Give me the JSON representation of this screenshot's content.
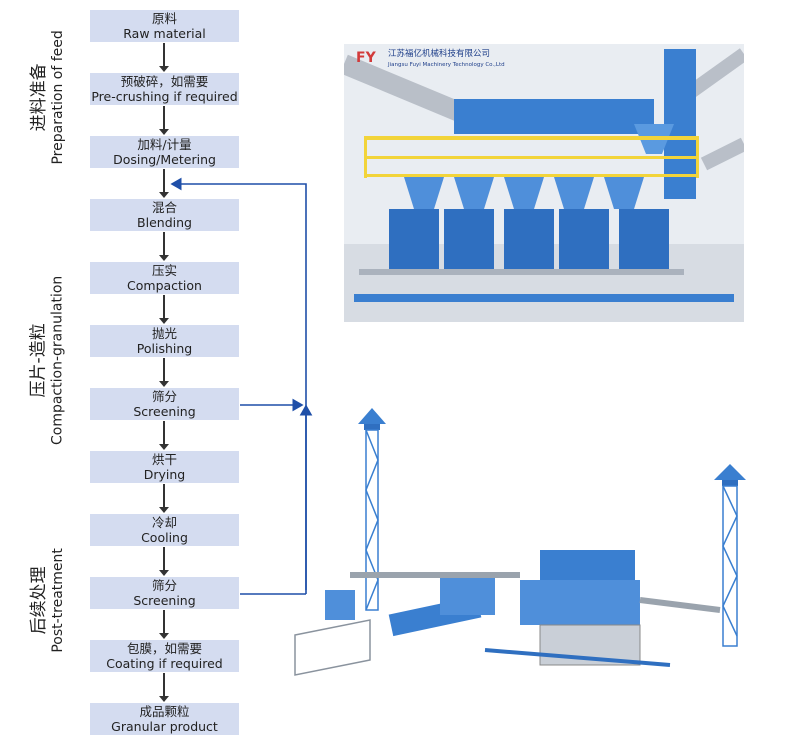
{
  "stages": [
    {
      "cn": "进料准备",
      "en": "Preparation of feed"
    },
    {
      "cn": "压片-造粒",
      "en": "Compaction-granulation"
    },
    {
      "cn": "后续处理",
      "en": "Post-treatment"
    }
  ],
  "steps": [
    {
      "cn": "原料",
      "en": "Raw material"
    },
    {
      "cn": "预破碎，如需要",
      "en": "Pre-crushing if required"
    },
    {
      "cn": "加料/计量",
      "en": "Dosing/Metering"
    },
    {
      "cn": "混合",
      "en": "Blending"
    },
    {
      "cn": "压实",
      "en": "Compaction"
    },
    {
      "cn": "抛光",
      "en": "Polishing"
    },
    {
      "cn": "筛分",
      "en": "Screening"
    },
    {
      "cn": "烘干",
      "en": "Drying"
    },
    {
      "cn": "冷却",
      "en": "Cooling"
    },
    {
      "cn": "筛分",
      "en": "Screening"
    },
    {
      "cn": "包膜，如需要",
      "en": "Coating if required"
    },
    {
      "cn": "成品颗粒",
      "en": "Granular product"
    }
  ],
  "plant_top": {
    "company_cn": "江苏福亿机械科技有限公司",
    "company_en": "Jiangsu Fuyi Machinery Technology Co.,Ltd",
    "logo": "FY"
  },
  "colors": {
    "step_box": "#d4dcf0",
    "flow_line": "#1f4fa8",
    "machine": "#3a7fd0",
    "rail": "#f2d43a"
  }
}
